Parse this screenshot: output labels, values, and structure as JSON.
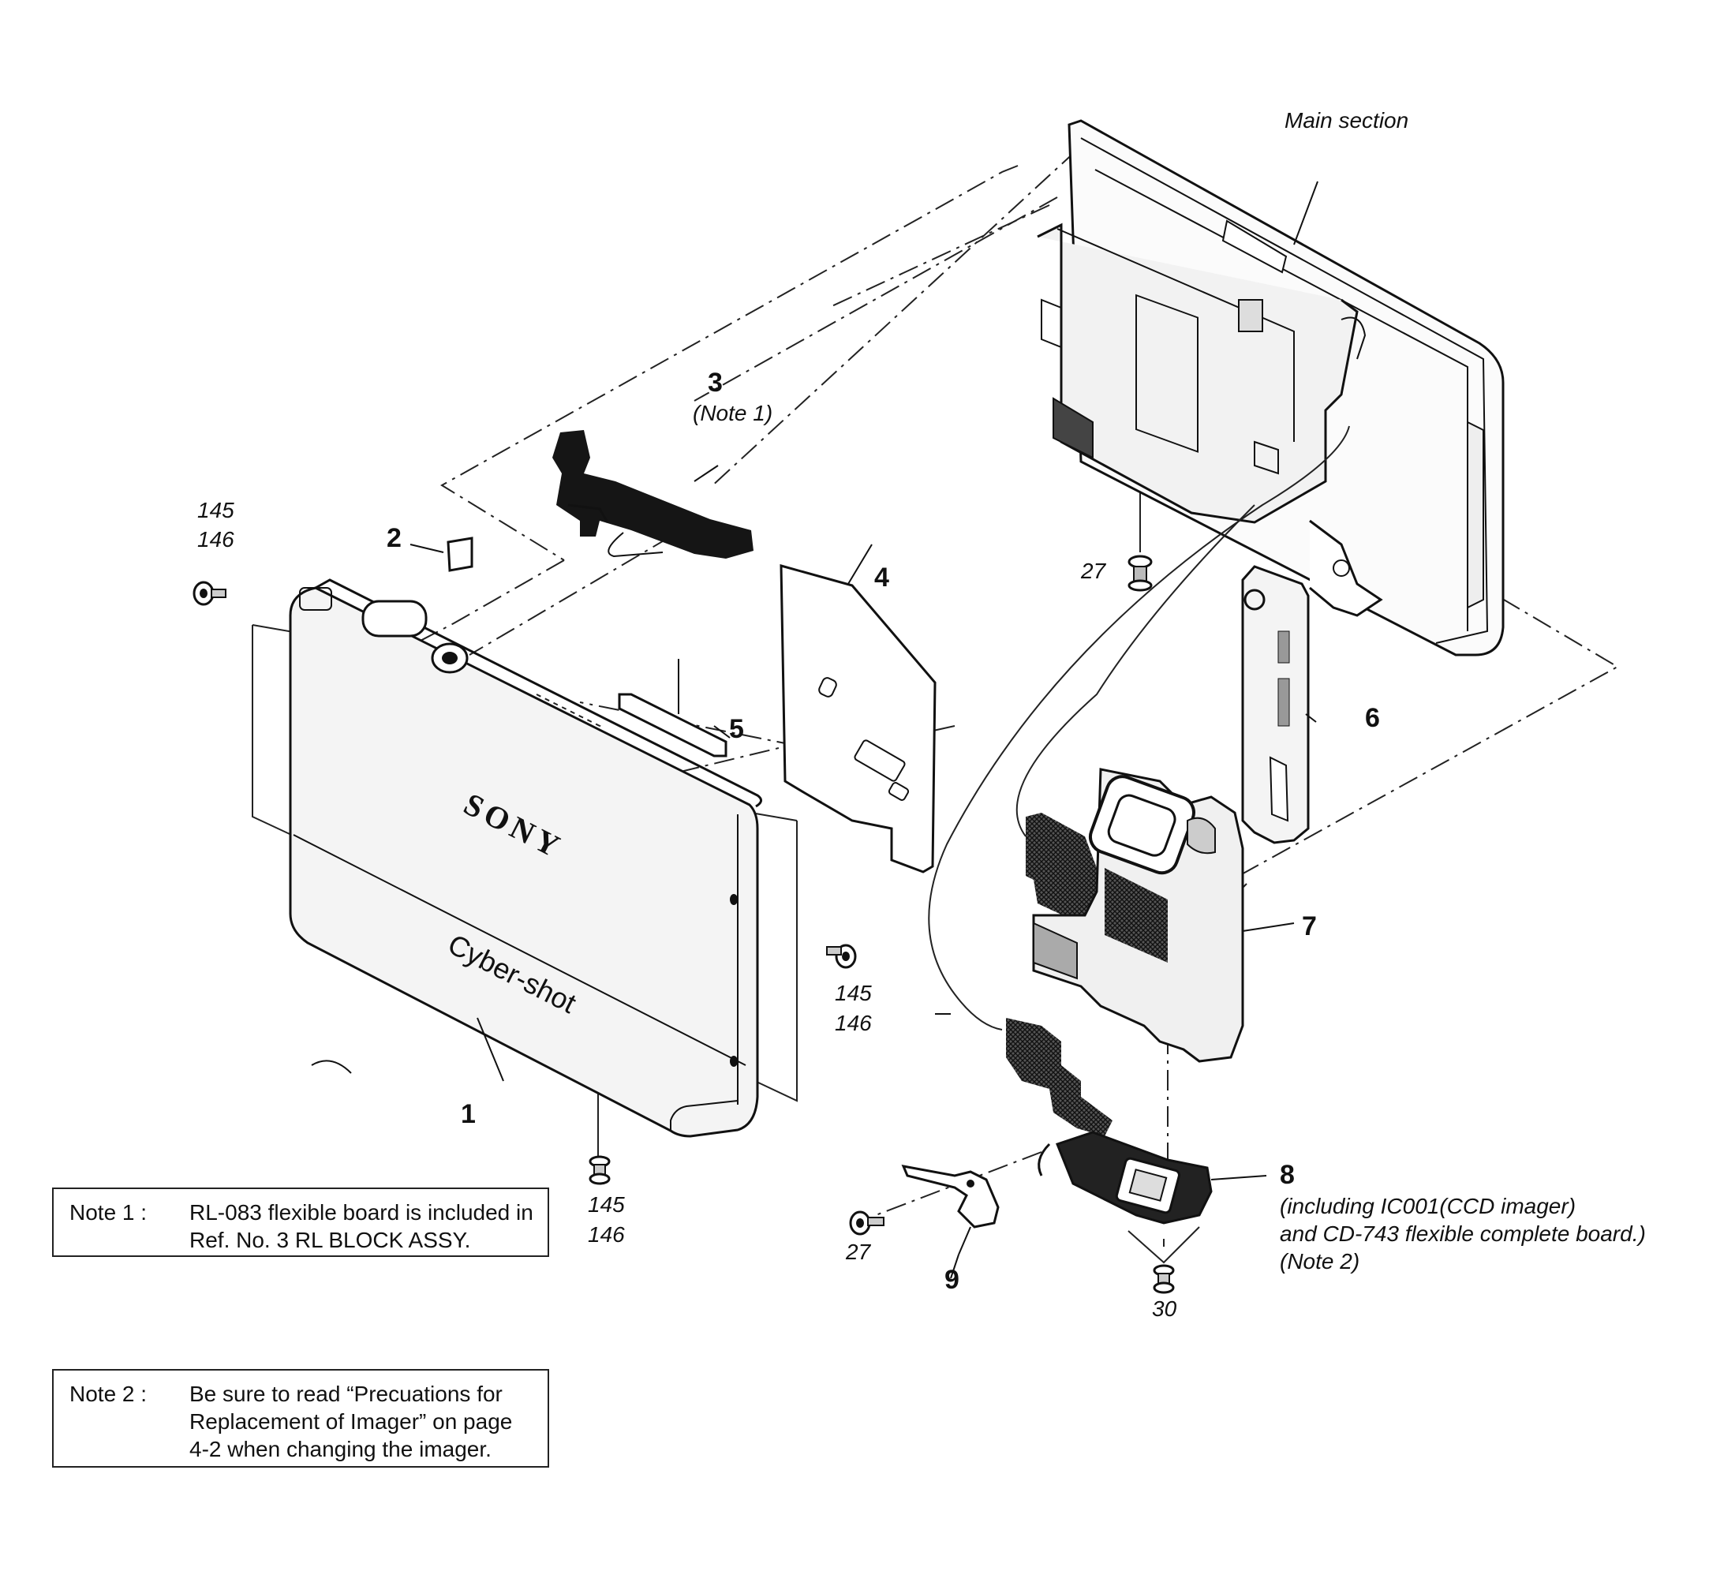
{
  "main_section_label": "Main section",
  "callouts": {
    "c1": "1",
    "c2": "2",
    "c3": "3",
    "c4": "4",
    "c5": "5",
    "c6": "6",
    "c7": "7",
    "c8": "8",
    "c9": "9"
  },
  "note_refs": {
    "n3": "(Note 1)",
    "n8_line1": "(including IC001(CCD imager)",
    "n8_line2": "and CD-743 flexible complete board.)",
    "n8_line3": "(Note 2)"
  },
  "screws": {
    "tl_a": "145",
    "tl_b": "146",
    "r_a": "145",
    "r_b": "146",
    "b_a": "145",
    "b_b": "146",
    "s27_top": "27",
    "s27_low": "27",
    "s30": "30"
  },
  "brand": {
    "logo": "SONY",
    "model": "Cyber-shot"
  },
  "notes": [
    {
      "label": "Note 1 :",
      "text": "RL-083 flexible board is included in\nRef. No. 3 RL BLOCK ASSY."
    },
    {
      "label": "Note 2 :",
      "text": "Be sure to read “Precuations for\nReplacement of Imager” on page\n4-2 when changing the imager."
    }
  ],
  "colors": {
    "ink": "#111111",
    "dash": "#222222",
    "paper": "#ffffff",
    "panel": "#f4f4f4"
  }
}
